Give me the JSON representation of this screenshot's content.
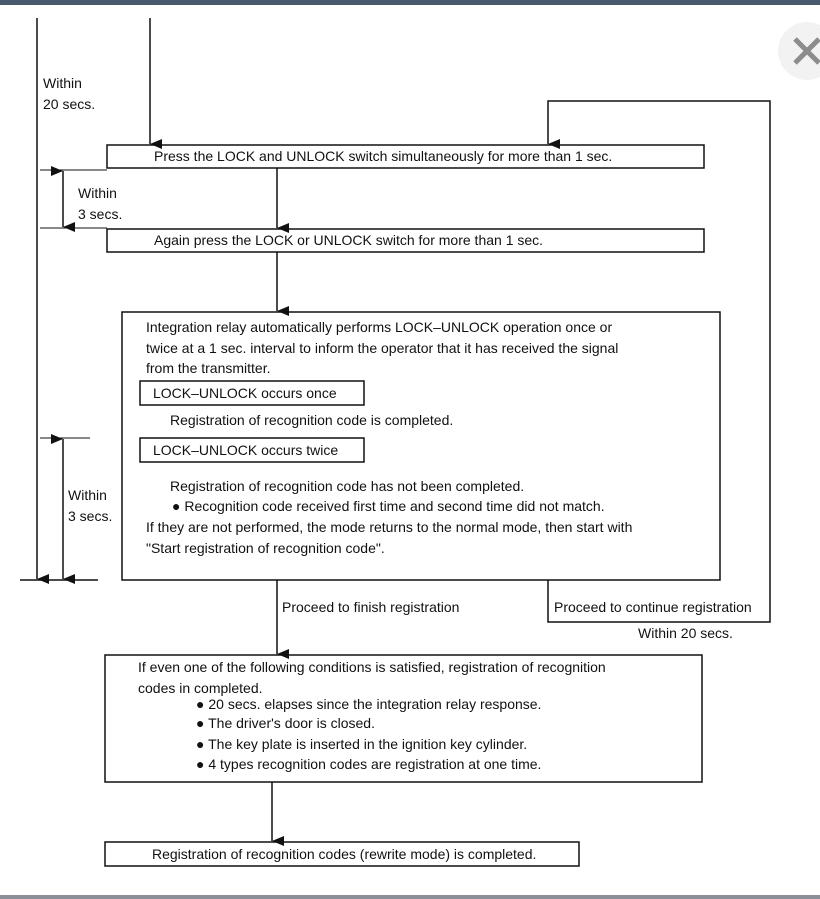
{
  "timing": {
    "total": [
      "Within",
      "20 secs."
    ],
    "between_presses": [
      "Within",
      "3 secs."
    ],
    "response": [
      "Within",
      "3 secs."
    ],
    "continue": "Within 20 secs."
  },
  "steps": {
    "step1": "Press the LOCK and UNLOCK switch simultaneously for more than 1 sec.",
    "step2": "Again press the LOCK or UNLOCK switch for more than 1 sec.",
    "relay": [
      "Integration relay automatically performs LOCK–UNLOCK operation once or",
      "twice at a 1 sec. interval to inform the operator that it has received the signal",
      "from the transmitter."
    ],
    "once_label": "LOCK–UNLOCK occurs once",
    "once_result": "Registration of recognition code is completed.",
    "twice_label": "LOCK–UNLOCK occurs twice",
    "twice_result": "Registration of recognition code has not been completed.",
    "twice_reason": "Recognition code received first time and second time did not match.",
    "not_performed": [
      "If they are not performed, the mode returns to the normal mode, then start with",
      "\"Start registration of recognition code\"."
    ],
    "finish_label": "Proceed to finish registration",
    "continue_label": "Proceed to continue registration",
    "conditions_intro": [
      "If even one of the following conditions is satisfied, registration of recognition",
      "codes in completed."
    ],
    "conditions": [
      "20 secs. elapses since the integration relay response.",
      "The driver's door is closed.",
      "The key plate is inserted in the ignition key cylinder.",
      "4 types recognition codes are registration at one time."
    ],
    "final": "Registration of recognition codes (rewrite mode) is completed."
  },
  "icons": {
    "close": "close-icon",
    "bullet": "●"
  },
  "colors": {
    "topbar": "#4a5a6e",
    "line": "#111111",
    "close_bg": "#f2f2f2",
    "close_x": "#8c8c8c"
  }
}
